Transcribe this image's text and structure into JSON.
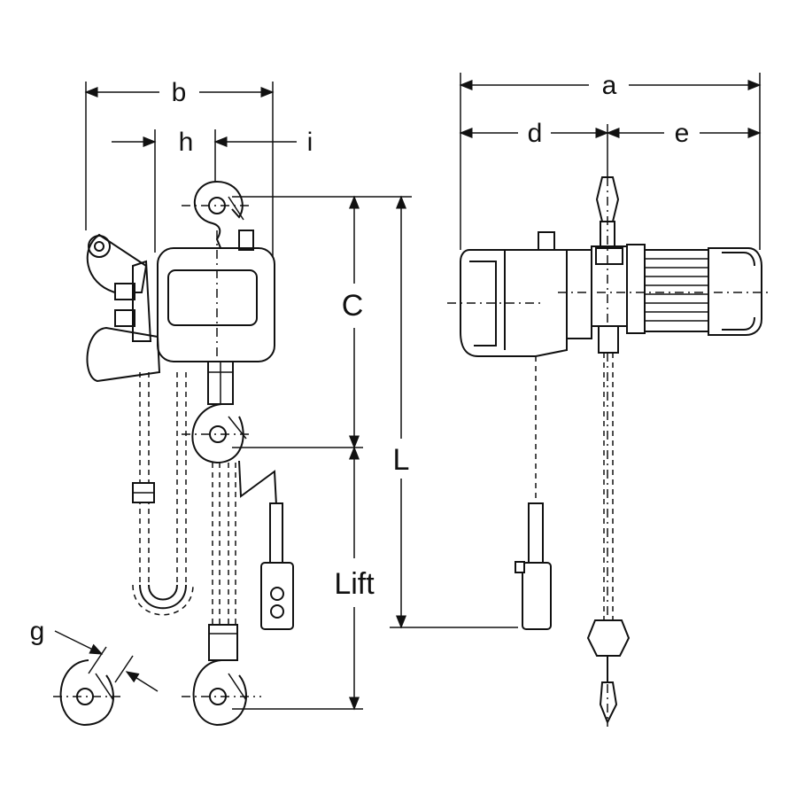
{
  "labels": {
    "a": "a",
    "b": "b",
    "c": "C",
    "d": "d",
    "e": "e",
    "g": "g",
    "h": "h",
    "i": "i",
    "l": "L",
    "lift": "Lift"
  }
}
